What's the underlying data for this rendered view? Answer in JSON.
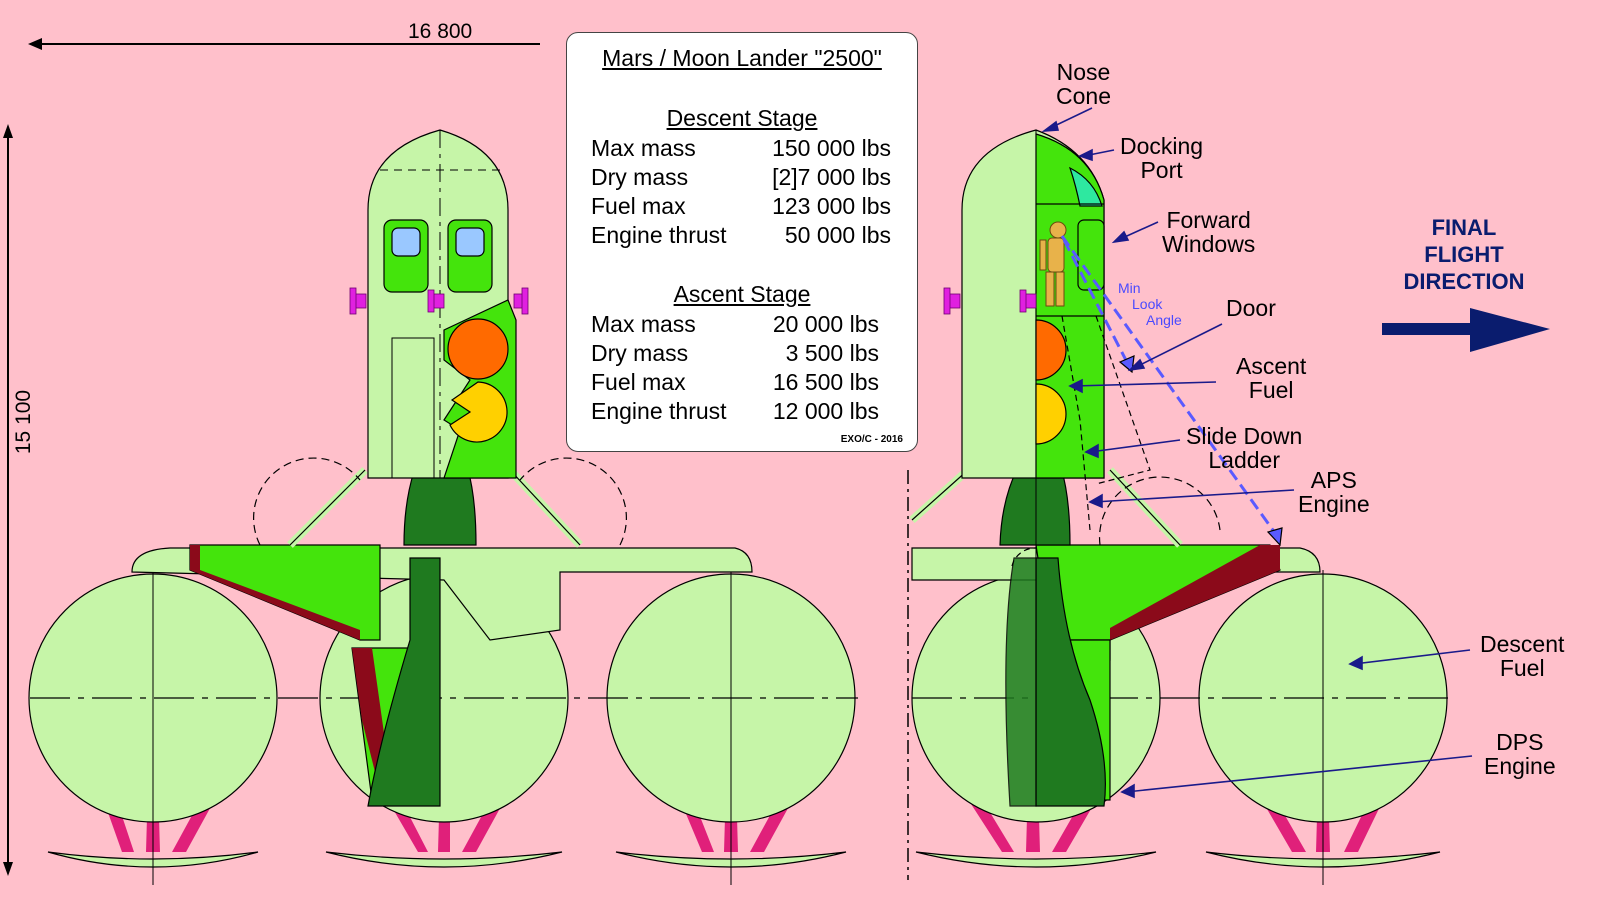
{
  "dimensions": {
    "width_label": "16 800",
    "height_label": "15 100"
  },
  "spec_card": {
    "title": "Mars / Moon Lander \"2500\"",
    "descent_heading": "Descent Stage",
    "descent_rows": [
      {
        "label": "Max mass",
        "value": "150 000 lbs"
      },
      {
        "label": "Dry mass",
        "value": "[2]7 000 lbs"
      },
      {
        "label": "Fuel max",
        "value": "123 000 lbs"
      },
      {
        "label": "Engine thrust",
        "value": "50 000 lbs"
      }
    ],
    "ascent_heading": "Ascent Stage",
    "ascent_rows": [
      {
        "label": "Max mass",
        "value": "20 000 lbs"
      },
      {
        "label": "Dry mass",
        "value": "3 500 lbs"
      },
      {
        "label": "Fuel max",
        "value": "16 500 lbs"
      },
      {
        "label": "Engine thrust",
        "value": "12 000 lbs"
      }
    ],
    "credit": "EXO/C - 2016"
  },
  "direction": {
    "line1": "FINAL",
    "line2": "FLIGHT",
    "line3": "DIRECTION"
  },
  "labels": {
    "nose_cone": [
      "Nose",
      "Cone"
    ],
    "docking_port": [
      "Docking",
      "Port"
    ],
    "forward_windows": [
      "Forward",
      "Windows"
    ],
    "door": "Door",
    "ascent_fuel": [
      "Ascent",
      "Fuel"
    ],
    "slide_down_ladder": [
      "Slide Down",
      "Ladder"
    ],
    "aps_engine": [
      "APS",
      "Engine"
    ],
    "descent_fuel": [
      "Descent",
      "Fuel"
    ],
    "dps_engine": [
      "DPS",
      "Engine"
    ],
    "min_look_angle": [
      "Min",
      "Look",
      "Angle"
    ]
  },
  "colors": {
    "background": "#ffc0cb",
    "light_green": "#c6f5a8",
    "bright_green": "#44e40c",
    "dark_green": "#1f7a1f",
    "tank_orange": "#ff6a00",
    "tank_yellow": "#ffd000",
    "strut_pink": "#e0207a",
    "maroon": "#8b0a1a",
    "arrow_navy": "#0a1c6e",
    "window_blue": "#9ac8ff"
  }
}
